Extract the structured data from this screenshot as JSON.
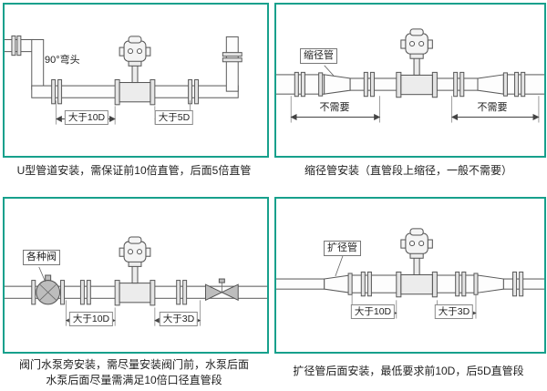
{
  "colors": {
    "accent": "#17a08c"
  },
  "panels": [
    {
      "id": "u-type",
      "labels": {
        "part": "90°弯头",
        "dim1": "大于10D",
        "dim2": "大于5D"
      },
      "caption": "U型管道安装，需保证前10倍直管，后面5倍直管"
    },
    {
      "id": "reducer",
      "labels": {
        "part": "缩径管",
        "dim1": "不需要",
        "dim2": "不需要"
      },
      "caption": "缩径管安装（直管段上缩径，一般不需要）"
    },
    {
      "id": "valve-pump",
      "labels": {
        "part": "各种阀",
        "dim1": "大于10D",
        "dim2": "大于3D"
      },
      "caption_line1": "阀门水泵旁安装，需尽量安装阀门前，水泵后面",
      "caption_line2": "水泵后面尽量需满足10倍口径直管段"
    },
    {
      "id": "expander",
      "labels": {
        "part": "扩径管",
        "dim1": "大于10D",
        "dim2": "大于3D"
      },
      "caption": "扩径管后面安装，最低要求前10D，后5D直管段"
    }
  ]
}
